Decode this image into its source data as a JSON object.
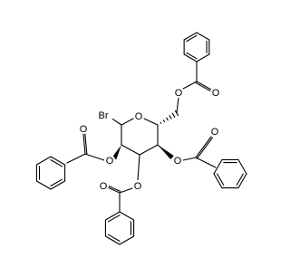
{
  "atoms": {
    "ring_oxygen": "O",
    "bromine": "Br",
    "carbonyl_oxygens": [
      "O",
      "O",
      "O",
      "O"
    ],
    "ester_oxygens": [
      "O",
      "O",
      "O",
      "O"
    ]
  }
}
